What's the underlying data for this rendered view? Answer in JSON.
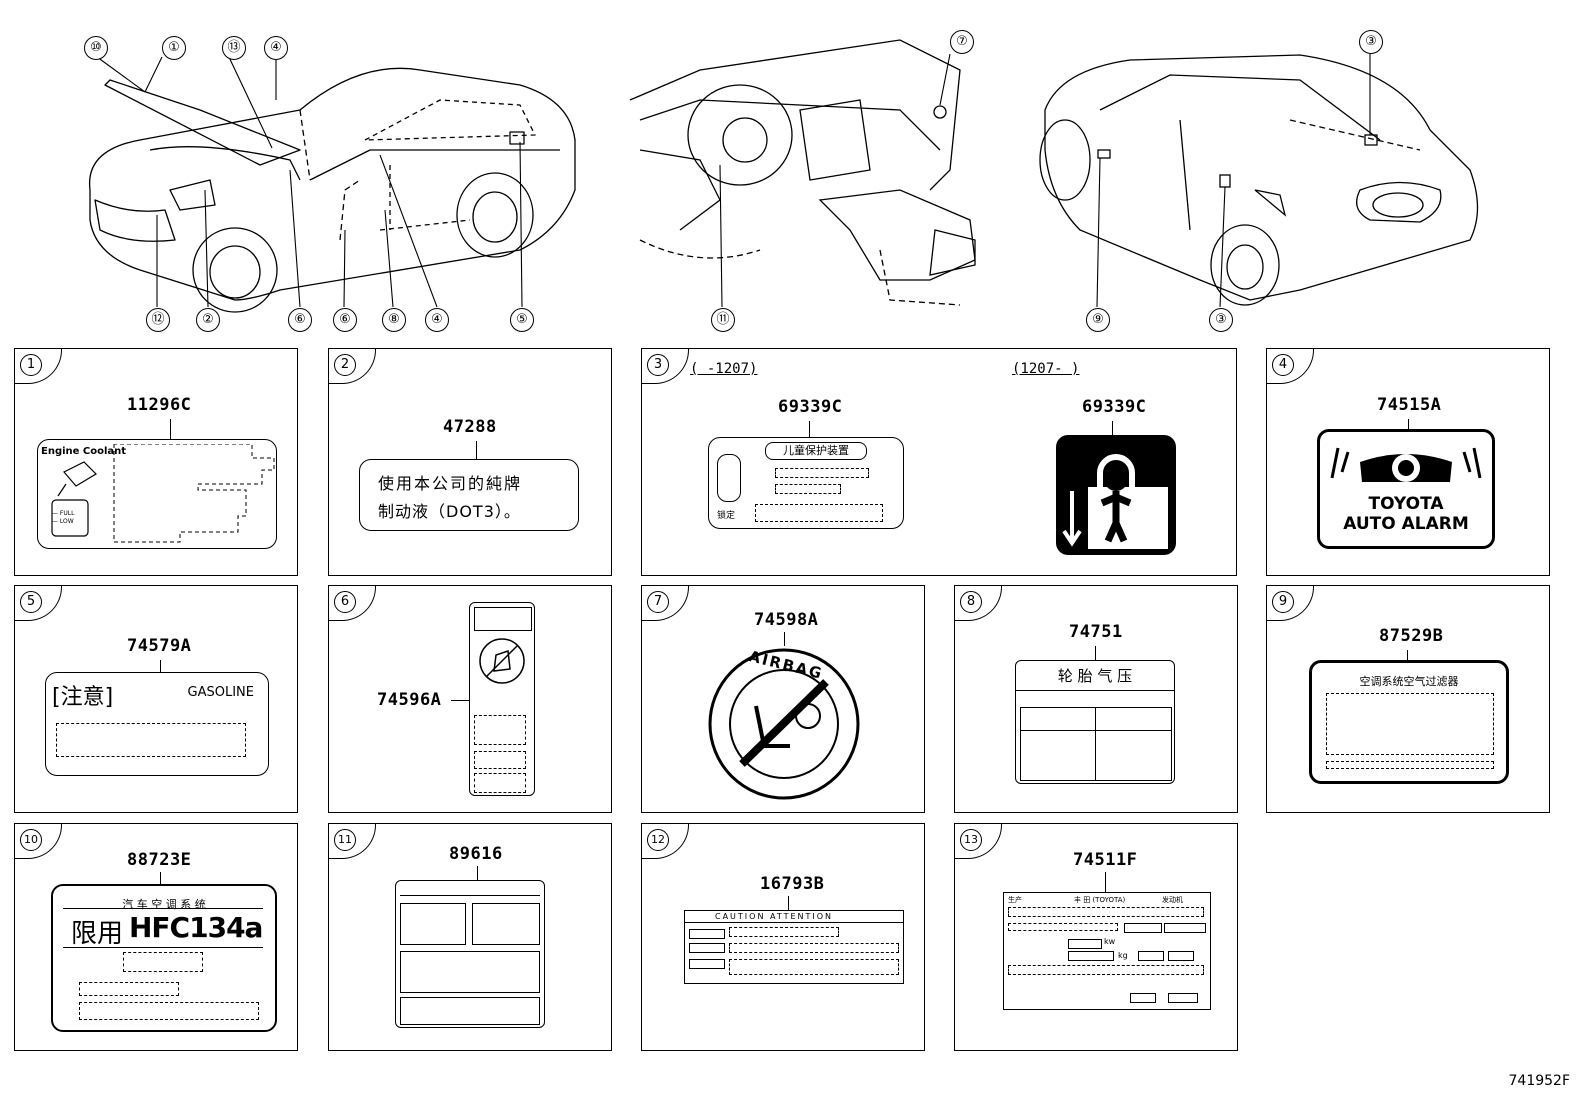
{
  "top_callouts": [
    "⑩",
    "①",
    "⑬",
    "④",
    "⑫",
    "②",
    "⑥",
    "⑥",
    "⑧",
    "④",
    "⑤",
    "⑦",
    "⑪",
    "③",
    "⑨",
    "③"
  ],
  "panels": {
    "p1": {
      "num": "1",
      "part": "11296C",
      "text": "Engine Coolant",
      "full": "— FULL",
      "low": "— LOW"
    },
    "p2": {
      "num": "2",
      "part": "47288",
      "line1": "使用本公司的純牌",
      "line2": "制动液（DOT3）。"
    },
    "p3": {
      "num": "3",
      "range_left": "(    -1207)",
      "range_right": "(1207-    )",
      "part_left": "69339C",
      "part_right": "69339C",
      "tag": "儿童保护装置",
      "lock": "锁定"
    },
    "p4": {
      "num": "4",
      "part": "74515A",
      "line1": "TOYOTA",
      "line2": "AUTO ALARM"
    },
    "p5": {
      "num": "5",
      "part": "74579A",
      "caution": "[注意]",
      "gas": "GASOLINE"
    },
    "p6": {
      "num": "6",
      "part": "74596A"
    },
    "p7": {
      "num": "7",
      "part": "74598A",
      "airbag": "AIRBAG"
    },
    "p8": {
      "num": "8",
      "part": "74751",
      "header": "轮  胎  气  压"
    },
    "p9": {
      "num": "9",
      "part": "87529B",
      "header": "空调系统空气过滤器"
    },
    "p10": {
      "num": "10",
      "part": "88723E",
      "header": "汽 车 空 调 系 统",
      "big_cn": "限用",
      "big_en": "HFC134a"
    },
    "p11": {
      "num": "11",
      "part": "89616"
    },
    "p12": {
      "num": "12",
      "part": "16793B",
      "caution": "CAUTION     ATTENTION"
    },
    "p13": {
      "num": "13",
      "part": "74511F",
      "head1": "生产",
      "head2": "丰  田  (TOYOTA)",
      "head3": "发动机",
      "kw": "kw",
      "kg": "kg"
    }
  },
  "ref_code": "741952F"
}
